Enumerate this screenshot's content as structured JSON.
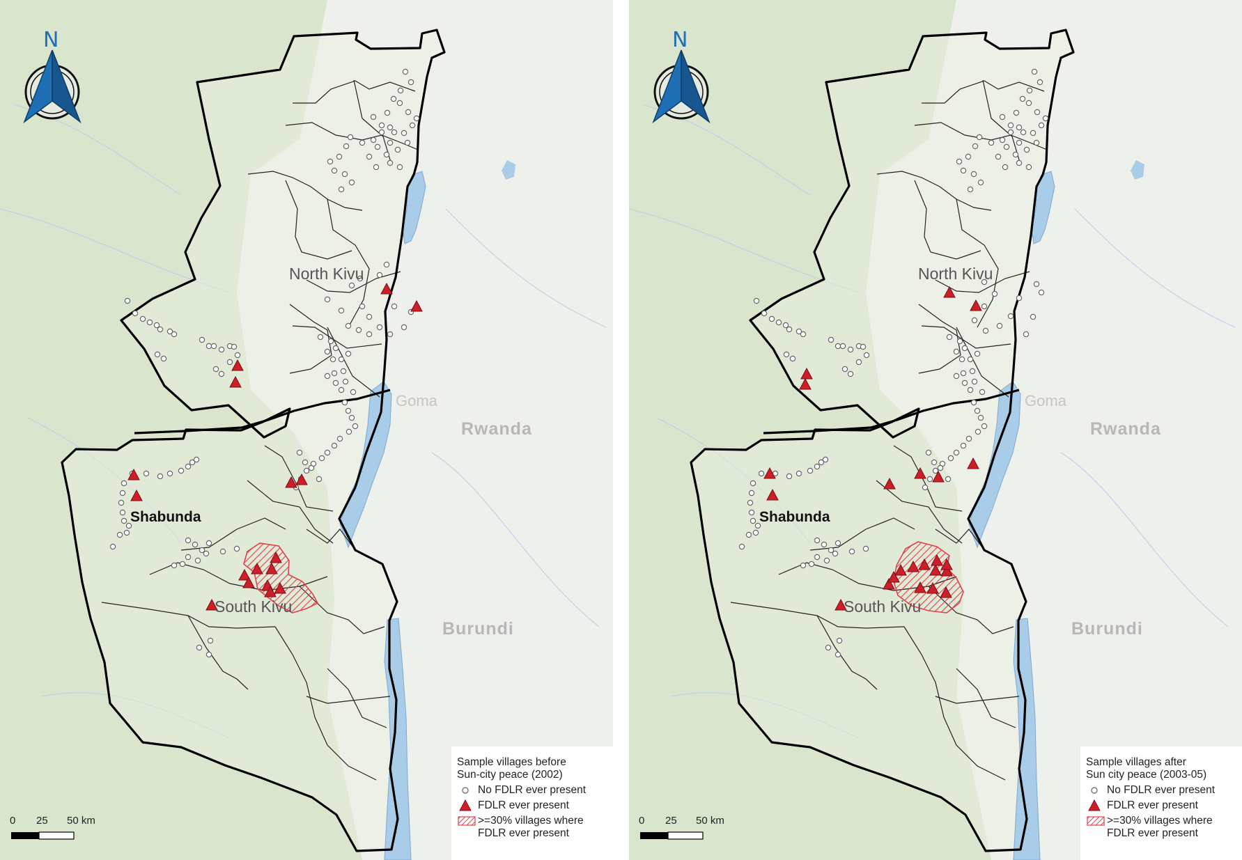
{
  "colors": {
    "fdlr_red": "#cc1f2a",
    "lake_blue": "#a9cce8",
    "forest_green": "#d6e3c8",
    "land_light": "#eef0ec",
    "north_arrow_blue": "#1f6fb4"
  },
  "north_arrow": {
    "letter": "N",
    "icon": "north-arrow-icon"
  },
  "scale_bar": {
    "labels": [
      "0",
      "25",
      "50 km"
    ]
  },
  "labels": {
    "north_kivu": "North Kivu",
    "south_kivu": "South Kivu",
    "goma": "Goma",
    "rwanda": "Rwanda",
    "burundi": "Burundi",
    "shabunda": "Shabunda"
  },
  "panels": [
    {
      "legend": {
        "title_line1": "Sample villages before",
        "title_line2": "Sun-city peace (2002)",
        "no_fdlr": "No FDLR ever present",
        "fdlr": "FDLR ever present",
        "hatch_line1": ">=30% villages where",
        "hatch_line2": "FDLR ever present"
      }
    },
    {
      "legend": {
        "title_line1": "Sample villages after",
        "title_line2": "Sun city peace (2003-05)",
        "no_fdlr": "No FDLR ever present",
        "fdlr": "FDLR ever present",
        "hatch_line1": ">=30% villages where",
        "hatch_line2": "FDLR ever present"
      }
    }
  ]
}
